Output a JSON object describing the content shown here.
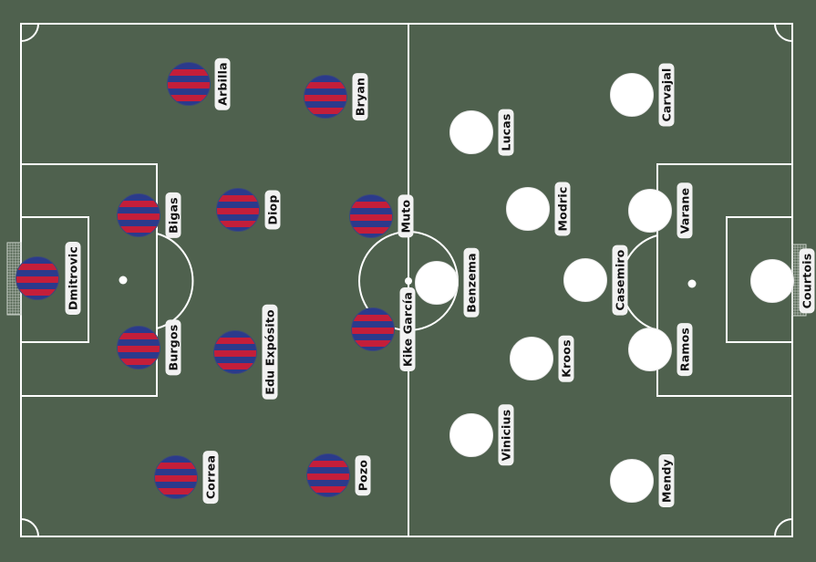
{
  "colors": {
    "pitch": "#4f614e",
    "lines": "#ffffff",
    "home_kit_stripe_a": "#2b3a8c",
    "home_kit_stripe_b": "#c41e3a",
    "away_kit": "#ffffff",
    "label_bg": "#f2f2f2"
  },
  "home_team": {
    "kit": "striped-blue-red",
    "players": [
      {
        "name": "Dmitrovic"
      },
      {
        "name": "Arbilla"
      },
      {
        "name": "Bryan"
      },
      {
        "name": "Bigas"
      },
      {
        "name": "Diop"
      },
      {
        "name": "Muto"
      },
      {
        "name": "Burgos"
      },
      {
        "name": "Edu Expósito"
      },
      {
        "name": "Kike García"
      },
      {
        "name": "Correa"
      },
      {
        "name": "Pozo"
      }
    ]
  },
  "away_team": {
    "kit": "white",
    "players": [
      {
        "name": "Courtois"
      },
      {
        "name": "Carvajal"
      },
      {
        "name": "Lucas"
      },
      {
        "name": "Modric"
      },
      {
        "name": "Varane"
      },
      {
        "name": "Benzema"
      },
      {
        "name": "Casemiro"
      },
      {
        "name": "Kroos"
      },
      {
        "name": "Ramos"
      },
      {
        "name": "Vinicius"
      },
      {
        "name": "Mendy"
      }
    ]
  }
}
